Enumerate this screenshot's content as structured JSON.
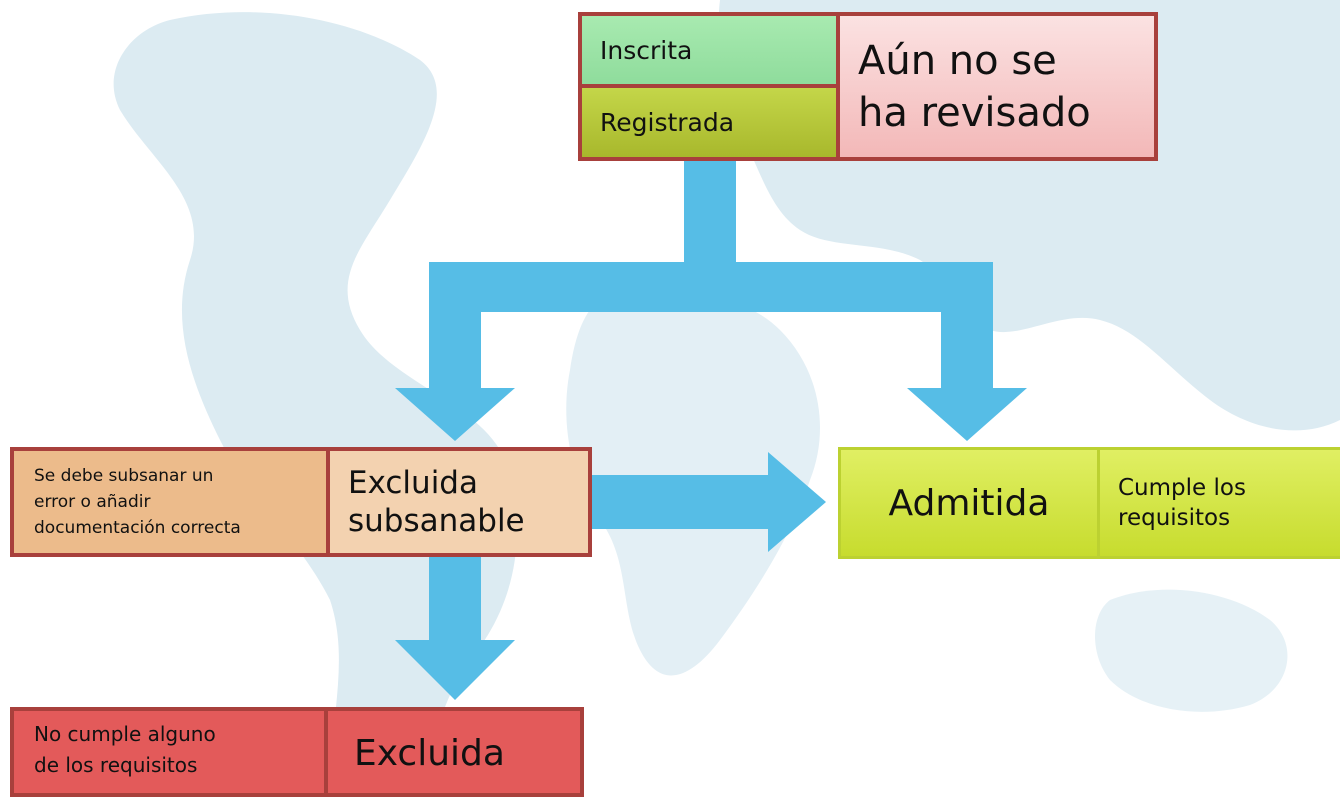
{
  "colors": {
    "arrow": "#56bde6",
    "border": "#a8403c",
    "inscrita": "#9be6a8",
    "registrada": "#b8c93a",
    "unreviewed": "#f8cccc",
    "subsanable_note": "#ecbb8b",
    "subsanable": "#f3d2b0",
    "admitida": "#d5e64a",
    "excluida": "#e35a5a",
    "map": "#d7e9f1"
  },
  "top": {
    "inscrita": "Inscrita",
    "registrada": "Registrada",
    "status_line1": "Aún no se",
    "status_line2": "ha revisado"
  },
  "subsanable": {
    "note_line1": "Se debe subsanar un",
    "note_line2": "error o añadir",
    "note_line3": "documentación correcta",
    "label_line1": "Excluida",
    "label_line2": "subsanable"
  },
  "admitida": {
    "label": "Admitida",
    "note_line1": "Cumple los",
    "note_line2": "requisitos"
  },
  "excluida": {
    "note_line1": "No cumple alguno",
    "note_line2": "de los requisitos",
    "label": "Excluida"
  }
}
